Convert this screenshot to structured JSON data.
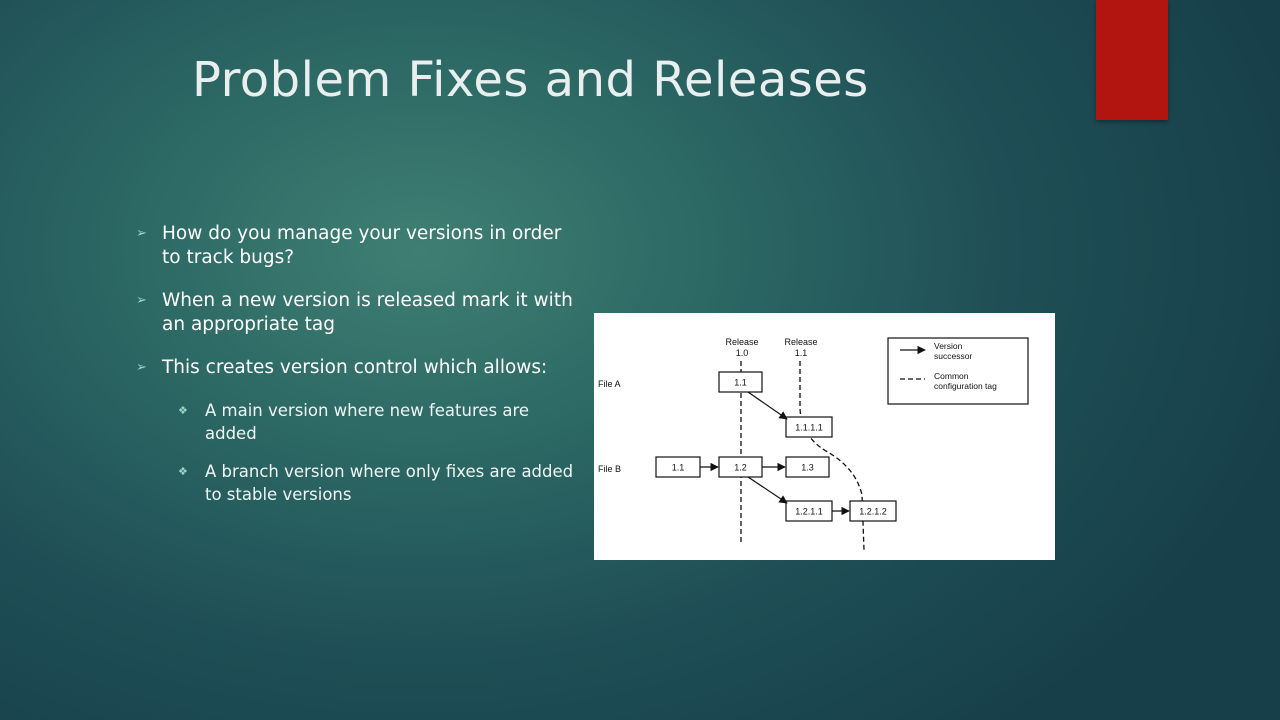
{
  "slide": {
    "title": "Problem Fixes and Releases",
    "accent_color": "#b2140f",
    "bullets": [
      {
        "text": "How do you manage your versions in order to track bugs?",
        "marker": "arrow-bullet-icon"
      },
      {
        "text": "When a new version is released mark it with an appropriate tag",
        "marker": "arrow-bullet-icon"
      },
      {
        "text": "This creates version control which allows:",
        "marker": "arrow-bullet-icon"
      }
    ],
    "sub_bullets": [
      {
        "text": "A main version where new features are added",
        "marker": "diamond-bullet-icon"
      },
      {
        "text": "A branch version where only fixes are added to stable versions",
        "marker": "diamond-bullet-icon"
      }
    ]
  },
  "diagram": {
    "release_labels": [
      {
        "line1": "Release",
        "line2": "1.0"
      },
      {
        "line1": "Release",
        "line2": "1.1"
      }
    ],
    "row_labels": [
      "File A",
      "File B"
    ],
    "versions": {
      "a_1_1": "1.1",
      "a_1_1_1_1": "1.1.1.1",
      "b_1_1": "1.1",
      "b_1_2": "1.2",
      "b_1_3": "1.3",
      "b_1_2_1_1": "1.2.1.1",
      "b_1_2_1_2": "1.2.1.2"
    },
    "legend": {
      "successor_line1": "Version",
      "successor_line2": "successor",
      "tag_line1": "Common",
      "tag_line2": "configuration tag"
    }
  }
}
